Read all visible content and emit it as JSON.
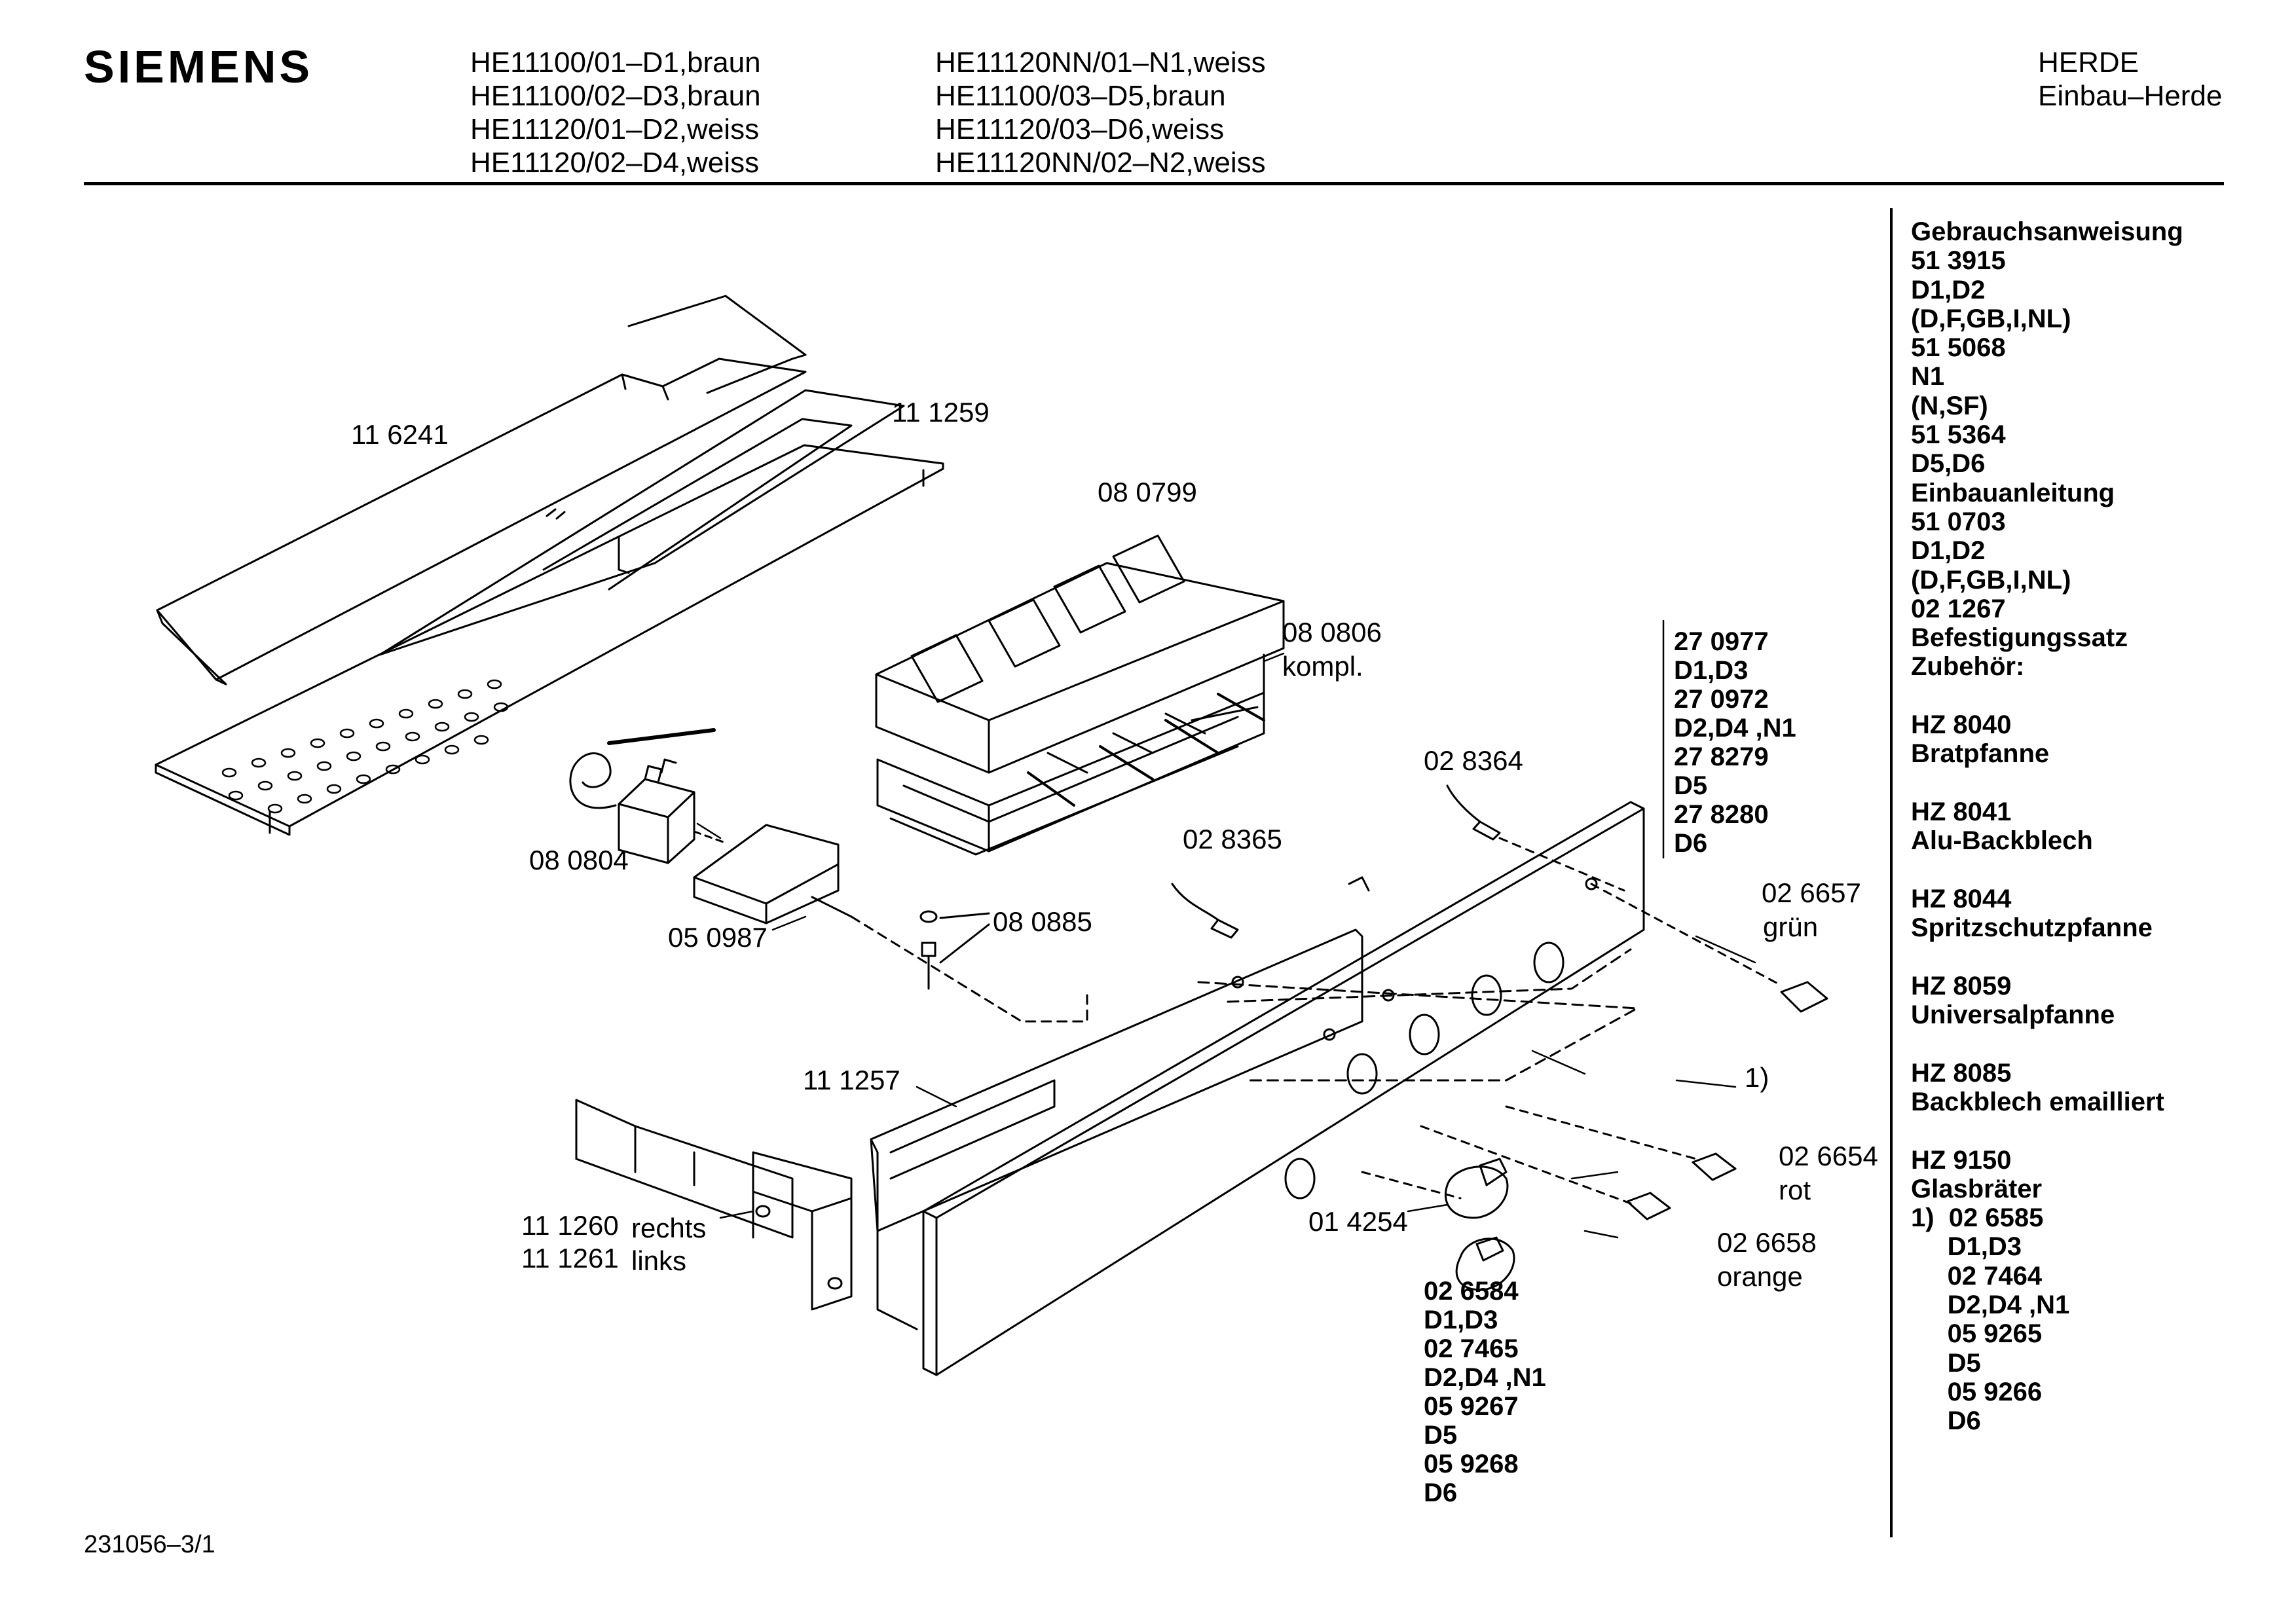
{
  "brand": "SIEMENS",
  "models_col1": [
    "HE11100/01–D1,braun",
    "HE11100/02–D3,braun",
    "HE11120/01–D2,weiss",
    "HE11120/02–D4,weiss"
  ],
  "models_col2": [
    "HE11120NN/01–N1,weiss",
    "HE11100/03–D5,braun",
    "HE11120/03–D6,weiss",
    "HE11120NN/02–N2,weiss"
  ],
  "category": [
    "HERDE",
    "Einbau–Herde"
  ],
  "parts": {
    "p116241": "11 6241",
    "p111259": "11 1259",
    "p080799": "08 0799",
    "p080806": "08 0806",
    "p080806_note": "kompl.",
    "p080804": "08 0804",
    "p050987": "05 0987",
    "p080885": "08 0885",
    "p028365": "02 8365",
    "p028364": "02 8364",
    "p026657": "02 6657",
    "p026657_note": "grün",
    "p111257": "11 1257",
    "knob_ref": "1)",
    "p026654": "02 6654",
    "p026654_note": "rot",
    "p014254": "01 4254",
    "p026658": "02 6658",
    "p026658_note": "orange",
    "p111260": "11 1260",
    "p111260_note": "rechts",
    "p111261": "11 1261",
    "p111261_note": "links"
  },
  "panel_list": [
    "27 0977",
    "D1,D3",
    "27 0972",
    "D2,D4 ,N1",
    "27 8279",
    "D5",
    "27 8280",
    "D6"
  ],
  "knob_list": [
    "02 6584",
    "D1,D3",
    "02 7465",
    "D2,D4 ,N1",
    "05 9267",
    "D5",
    "05 9268",
    "D6"
  ],
  "sidebar": [
    "Gebrauchsanweisung",
    "51 3915",
    "D1,D2",
    "(D,F,GB,I,NL)",
    "51 5068",
    "N1",
    "(N,SF)",
    "51 5364",
    "D5,D6",
    "Einbauanleitung",
    "51 0703",
    "D1,D2",
    "(D,F,GB,I,NL)",
    "02 1267",
    "Befestigungssatz",
    "Zubehör:",
    "",
    "HZ 8040",
    "Bratpfanne",
    "",
    "HZ 8041",
    "Alu-Backblech",
    "",
    "HZ 8044",
    "Spritzschutzpfanne",
    "",
    "HZ 8059",
    "Universalpfanne",
    "",
    "HZ 8085",
    "Backblech emailliert",
    "",
    "HZ 9150",
    "Glasbräter",
    "1)  02 6585",
    "     D1,D3",
    "     02 7464",
    "     D2,D4 ,N1",
    "     05 9265",
    "     D5",
    "     05 9266",
    "     D6"
  ],
  "footer": "231056–3/1"
}
